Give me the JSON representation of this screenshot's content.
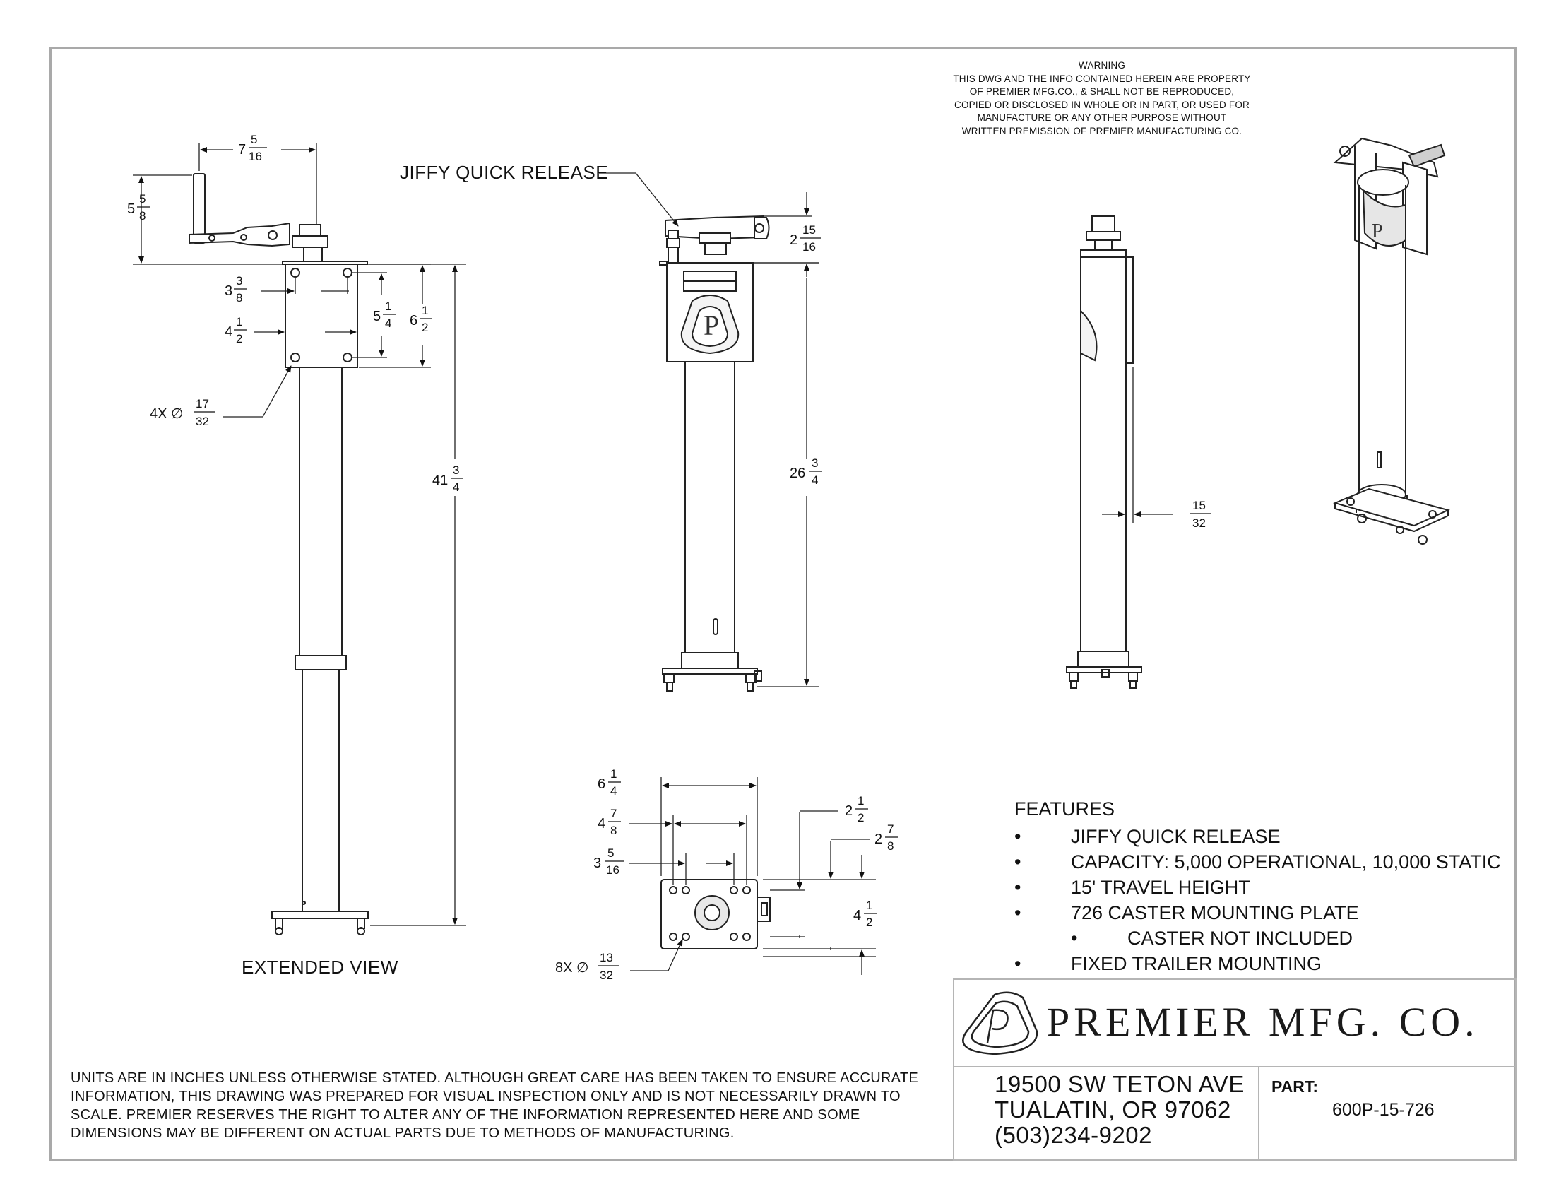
{
  "warning": {
    "title": "WARNING",
    "lines": [
      "THIS DWG AND THE INFO CONTAINED HEREIN ARE PROPERTY",
      "OF PREMIER MFG.CO., & SHALL NOT BE REPRODUCED,",
      "COPIED OR DISCLOSED IN WHOLE OR IN PART, OR USED FOR",
      "MANUFACTURE OR ANY OTHER PURPOSE WITHOUT",
      "WRITTEN PREMISSION OF PREMIER MANUFACTURING CO."
    ]
  },
  "callouts": {
    "jiffy": "JIFFY QUICK RELEASE",
    "extended_view": "EXTENDED VIEW"
  },
  "dimensions": {
    "handle_width": {
      "whole": "7",
      "num": "5",
      "den": "16"
    },
    "handle_height": {
      "whole": "5",
      "num": "5",
      "den": "8"
    },
    "plate_hole_h": {
      "whole": "3",
      "num": "3",
      "den": "8"
    },
    "plate_width": {
      "whole": "4",
      "num": "1",
      "den": "2"
    },
    "plate_hole_v": {
      "whole": "5",
      "num": "1",
      "den": "4"
    },
    "plate_height": {
      "whole": "6",
      "num": "1",
      "den": "2"
    },
    "mount_holes": {
      "prefix": "4X ∅",
      "num": "17",
      "den": "32"
    },
    "extended_height": {
      "whole": "41",
      "num": "3",
      "den": "4"
    },
    "top_clearance": {
      "whole": "2",
      "num": "15",
      "den": "16"
    },
    "retracted_height": {
      "whole": "26",
      "num": "3",
      "den": "4"
    },
    "plate_thickness": {
      "num": "15",
      "den": "32"
    },
    "base_width": {
      "whole": "6",
      "num": "1",
      "den": "4"
    },
    "base_hole_outer": {
      "whole": "4",
      "num": "7",
      "den": "8"
    },
    "base_hole_inner": {
      "whole": "3",
      "num": "5",
      "den": "16"
    },
    "base_holes": {
      "prefix": "8X ∅",
      "num": "13",
      "den": "32"
    },
    "base_hole_v_inner": {
      "whole": "2",
      "num": "1",
      "den": "2"
    },
    "base_hole_v_outer": {
      "whole": "2",
      "num": "7",
      "den": "8"
    },
    "base_depth": {
      "whole": "4",
      "num": "1",
      "den": "2"
    }
  },
  "features": {
    "heading": "FEATURES",
    "bullet": "•",
    "items": [
      {
        "text": "JIFFY QUICK RELEASE"
      },
      {
        "text": "CAPACITY: 5,000 OPERATIONAL, 10,000 STATIC"
      },
      {
        "text": "15' TRAVEL HEIGHT"
      },
      {
        "text": "726 CASTER MOUNTING PLATE"
      },
      {
        "text": "CASTER NOT INCLUDED",
        "sub": true
      },
      {
        "text": "FIXED TRAILER MOUNTING"
      }
    ]
  },
  "title_block": {
    "company": "PREMIER MFG. CO.",
    "address": [
      "19500 SW TETON AVE",
      "TUALATIN, OR 97062",
      "(503)234-9202"
    ],
    "part_label": "PART:",
    "part_number": "600P-15-726"
  },
  "notes": [
    "UNITS ARE IN INCHES UNLESS OTHERWISE STATED.  ALTHOUGH GREAT CARE HAS BEEN TAKEN TO ENSURE ACCURATE",
    "INFORMATION, THIS DRAWING WAS PREPARED FOR VISUAL INSPECTION ONLY AND IS NOT NECESSARILY DRAWN TO",
    "SCALE.  PREMIER RESERVES THE RIGHT TO ALTER ANY OF THE INFORMATION REPRESENTED HERE AND SOME",
    "DIMENSIONS MAY BE DIFFERENT ON ACTUAL PARTS DUE TO METHODS OF MANUFACTURING."
  ]
}
